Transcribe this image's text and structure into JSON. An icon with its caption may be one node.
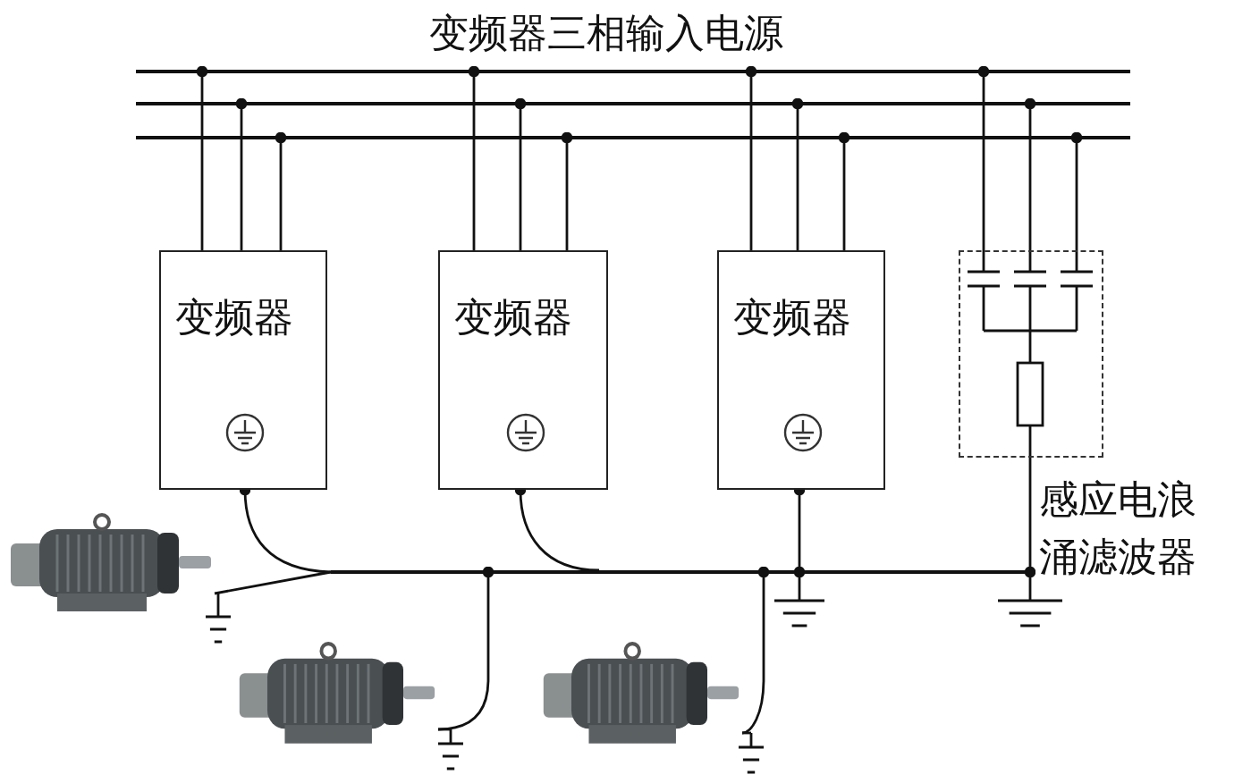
{
  "diagram": {
    "title": "变频器三相输入电源",
    "nodes": [
      {
        "text": [],
        "shape": "bar"
      },
      {
        "text": [],
        "shape": "bar"
      },
      {
        "text": [],
        "shape": "bar"
      },
      {
        "text": [
          "变频器"
        ]
      },
      {
        "text": [
          "变频器"
        ]
      },
      {
        "text": [
          "变频器"
        ]
      },
      {
        "text": [
          "感应电浪涌滤波器"
        ]
      },
      {
        "text": [],
        "shape": "bar"
      },
      {
        "text": [],
        "shape": "picture"
      },
      {
        "text": [],
        "shape": "picture"
      },
      {
        "text": [],
        "shape": "picture"
      }
    ],
    "edges": [
      {
        "from": 0,
        "to": 3,
        "arrow": "other"
      },
      {
        "from": 1,
        "to": 3,
        "arrow": "other"
      },
      {
        "from": 2,
        "to": 3,
        "arrow": "other"
      },
      {
        "from": 0,
        "to": 4,
        "arrow": "other"
      },
      {
        "from": 1,
        "to": 4,
        "arrow": "other"
      },
      {
        "from": 2,
        "to": 4,
        "arrow": "other"
      },
      {
        "from": 0,
        "to": 5,
        "arrow": "other"
      },
      {
        "from": 1,
        "to": 5,
        "arrow": "other"
      },
      {
        "from": 2,
        "to": 5,
        "arrow": "other"
      },
      {
        "from": 0,
        "to": 6,
        "arrow": "other"
      },
      {
        "from": 1,
        "to": 6,
        "arrow": "other"
      },
      {
        "from": 2,
        "to": 6,
        "arrow": "other"
      },
      {
        "from": 3,
        "to": 7,
        "arrow": "other"
      },
      {
        "from": 4,
        "to": 7,
        "arrow": "other"
      },
      {
        "from": 5,
        "to": 7,
        "arrow": "other"
      },
      {
        "from": 6,
        "to": 7,
        "arrow": "other"
      },
      {
        "from": 7,
        "to": 8,
        "arrow": "none"
      },
      {
        "from": 7,
        "to": 9,
        "arrow": "other"
      },
      {
        "from": 7,
        "to": 10,
        "arrow": "other"
      }
    ]
  }
}
